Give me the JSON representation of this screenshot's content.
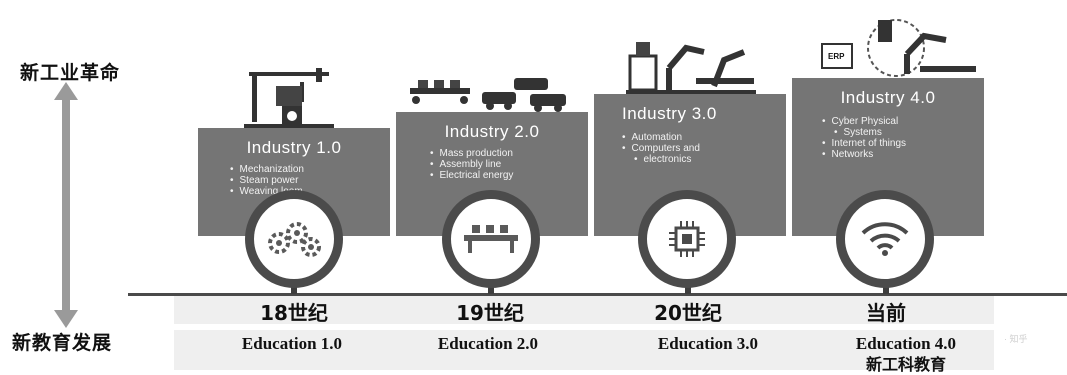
{
  "side_labels": {
    "top": "新工业革命",
    "bottom": "新教育发展"
  },
  "stages": [
    {
      "industry_title": "Industry 1.0",
      "bullets": [
        "Mechanization",
        "Steam power",
        "Weaving loom"
      ],
      "icon": "gears-icon",
      "century": "18世纪",
      "education": "Education 1.0",
      "education_sub": ""
    },
    {
      "industry_title": "Industry 2.0",
      "bullets": [
        "Mass production",
        "Assembly line",
        "Electrical energy"
      ],
      "icon": "conveyor-icon",
      "century": "19世纪",
      "education": "Education 2.0",
      "education_sub": ""
    },
    {
      "industry_title": "Industry 3.0",
      "bullets": [
        "Automation",
        "Computers and",
        "electronics"
      ],
      "icon": "chip-icon",
      "century": "20世纪",
      "education": "Education 3.0",
      "education_sub": ""
    },
    {
      "industry_title": "Industry 4.0",
      "bullets": [
        "Cyber Physical",
        "Systems",
        "Internet of things",
        "Networks"
      ],
      "icon": "wifi-icon",
      "century": "当前",
      "education": "Education 4.0",
      "education_sub": "新工科教育"
    }
  ],
  "erp_label": "ERP",
  "watermark": "· 知乎"
}
